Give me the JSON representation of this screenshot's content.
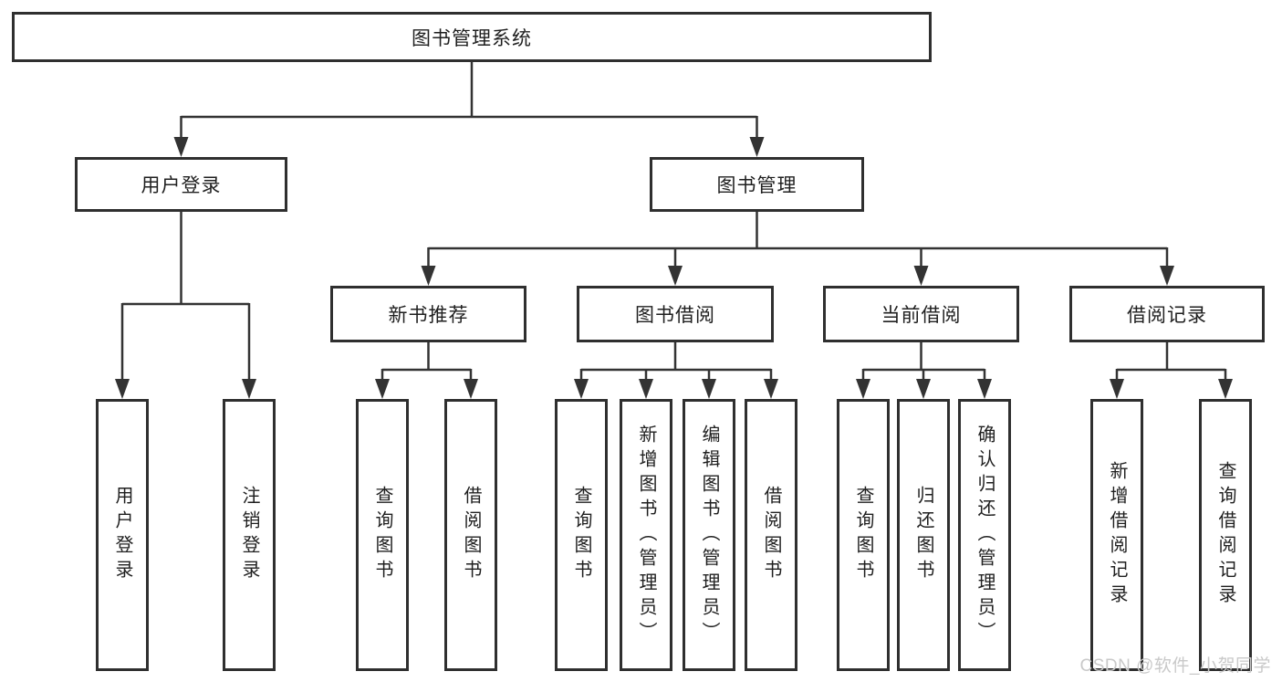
{
  "diagram": {
    "title_node": "图书管理系统",
    "level2": {
      "user_login": "用户登录",
      "book_management": "图书管理"
    },
    "level3": {
      "new_book_recommendation": "新书推荐",
      "book_borrowing": "图书借阅",
      "current_borrowing": "当前借阅",
      "borrow_records": "借阅记录"
    },
    "leaves": {
      "user_login": "用户登录",
      "logout": "注销登录",
      "recommend_query_books": "查询图书",
      "recommend_borrow_books": "借阅图书",
      "borrowing_query_books": "查询图书",
      "borrowing_add_books": "新增图书（管理员）",
      "borrowing_edit_books": "编辑图书（管理员）",
      "borrowing_borrow_books": "借阅图书",
      "current_query_books": "查询图书",
      "current_return_books": "归还图书",
      "current_confirm_return": "确认归还（管理员）",
      "records_add_record": "新增借阅记录",
      "records_query_record": "查询借阅记录"
    },
    "watermark": "CSDN @软件_小贺同学",
    "colors": {
      "line": "#333333",
      "box_border": "#2f2f2f",
      "text": "#1f1f1f",
      "watermark": "#c9c9c9",
      "background": "#ffffff"
    }
  }
}
